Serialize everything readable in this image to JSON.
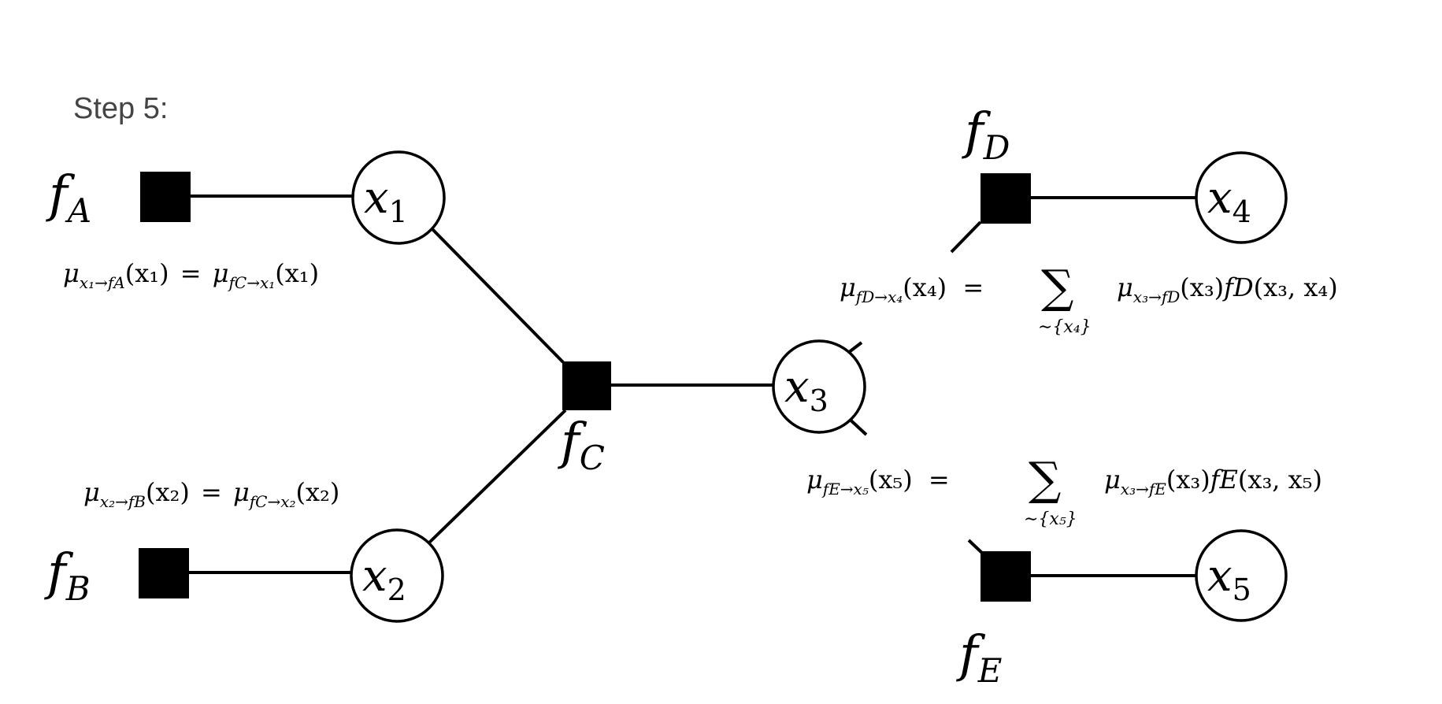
{
  "step_label": "Step 5:",
  "colors": {
    "ink": "#000000",
    "label_gray": "#444444",
    "background": "#ffffff"
  },
  "nodes": {
    "fA": {
      "base": "f",
      "sub": "A"
    },
    "fB": {
      "base": "f",
      "sub": "B"
    },
    "fC": {
      "base": "f",
      "sub": "C"
    },
    "fD": {
      "base": "f",
      "sub": "D"
    },
    "fE": {
      "base": "f",
      "sub": "E"
    },
    "x1": {
      "base": "x",
      "sub": "1"
    },
    "x2": {
      "base": "x",
      "sub": "2"
    },
    "x3": {
      "base": "x",
      "sub": "3"
    },
    "x4": {
      "base": "x",
      "sub": "4"
    },
    "x5": {
      "base": "x",
      "sub": "5"
    }
  },
  "edges": [
    {
      "from": "fA",
      "to": "x1"
    },
    {
      "from": "x1",
      "to": "fC"
    },
    {
      "from": "fB",
      "to": "x2"
    },
    {
      "from": "x2",
      "to": "fC"
    },
    {
      "from": "fC",
      "to": "x3"
    },
    {
      "from": "fD",
      "to": "x4"
    },
    {
      "from": "fE",
      "to": "x5"
    }
  ],
  "messages": {
    "msg_x1_fA": {
      "lhs_mu": "μ",
      "lhs_sub": "x₁→fA",
      "lhs_arg": "(x₁)",
      "eq": "=",
      "rhs_mu": "μ",
      "rhs_sub": "fC→x₁",
      "rhs_arg": "(x₁)"
    },
    "msg_x2_fB": {
      "lhs_mu": "μ",
      "lhs_sub": "x₂→fB",
      "lhs_arg": "(x₂)",
      "eq": "=",
      "rhs_mu": "μ",
      "rhs_sub": "fC→x₂",
      "rhs_arg": "(x₂)"
    },
    "msg_fD_x4": {
      "lhs_mu": "μ",
      "lhs_sub": "fD→x₄",
      "lhs_arg": "(x₄)",
      "eq": "=",
      "sum": "∑",
      "sum_under": "∼{x₄}",
      "term_mu": "μ",
      "term_sub": "x₃→fD",
      "term_arg": "(x₃)",
      "factor": "fD",
      "factor_args": "(x₃, x₄)"
    },
    "msg_fE_x5": {
      "lhs_mu": "μ",
      "lhs_sub": "fE→x₅",
      "lhs_arg": "(x₅)",
      "eq": "=",
      "sum": "∑",
      "sum_under": "∼{x₅}",
      "term_mu": "μ",
      "term_sub": "x₃→fE",
      "term_arg": "(x₃)",
      "factor": "fE",
      "factor_args": "(x₃, x₅)"
    }
  }
}
